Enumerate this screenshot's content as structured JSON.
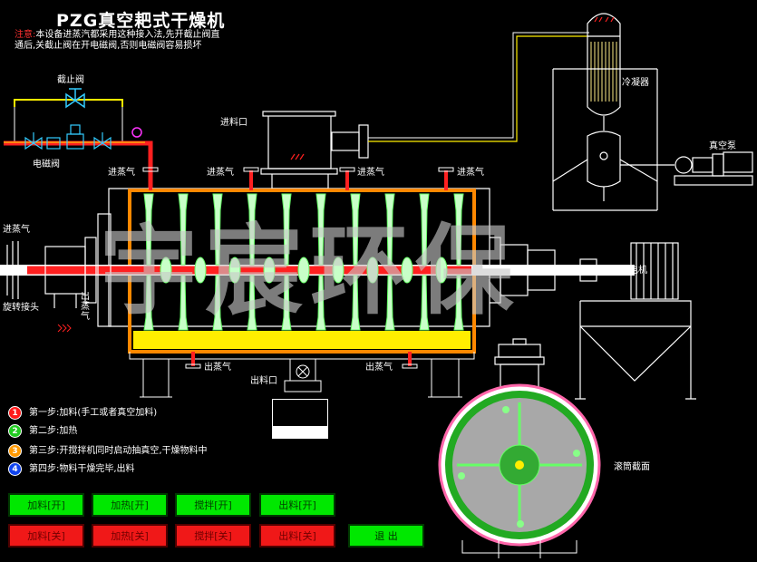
{
  "title": "PZG真空耙式干燥机",
  "note": {
    "label": "注意:",
    "line1": "本设备进蒸汽都采用这种接入法,先开截止阀直",
    "line2": "通后,关截止阀在开电磁阀,否则电磁阀容易损坏"
  },
  "labels": {
    "stop_valve": "截止阀",
    "solenoid_valve": "电磁阀",
    "feed_inlet": "进料口",
    "condenser": "冷凝器",
    "vacuum_pump": "真空泵",
    "steam_in_1": "进蒸气",
    "steam_in_2": "进蒸气",
    "steam_in_3": "进蒸气",
    "steam_in_4": "进蒸气",
    "steam_in_left": "进蒸气",
    "rotary_joint": "旋转接头",
    "steam_out_side": "出蒸气",
    "steam_out_1": "出蒸气",
    "steam_out_2": "出蒸气",
    "discharge": "出料口",
    "reducer_motor": "减速电机",
    "drum_section": "滚筒截面"
  },
  "steps": [
    {
      "num": "1",
      "text": "第一步:加料(手工或者真空加料)",
      "color": "#ff1a1a"
    },
    {
      "num": "2",
      "text": "第二步:加热",
      "color": "#22cc22"
    },
    {
      "num": "3",
      "text": "第三步:开搅拌机同时启动抽真空,干燥物料中",
      "color": "#ff9900"
    },
    {
      "num": "4",
      "text": "第四步:物料干燥完毕,出料",
      "color": "#1144ee"
    }
  ],
  "buttons": {
    "feed_on": "加料[开]",
    "heat_on": "加热[开]",
    "stir_on": "搅拌[开]",
    "discharge_on": "出料[开]",
    "feed_off": "加料[关]",
    "heat_off": "加热[关]",
    "stir_off": "搅拌[关]",
    "discharge_off": "出料[关]",
    "exit": "退 出"
  },
  "watermark": "宇宸环保",
  "material_level": 0.32,
  "colors": {
    "steam": "#ff2020",
    "frame": "#ffffff",
    "hot_jacket": "#ff8800",
    "material": "#ffee00",
    "rake": "#c8ffc8",
    "button_on": "#00e800",
    "button_off": "#f01818"
  }
}
